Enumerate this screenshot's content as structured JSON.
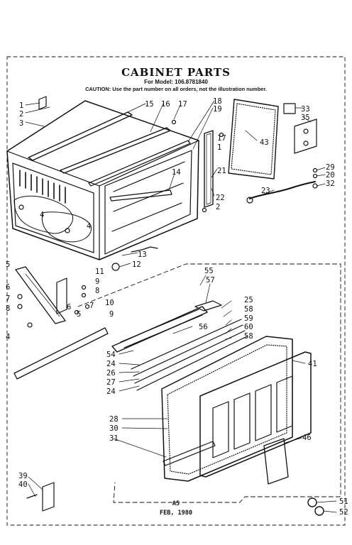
{
  "title": "CABINET PARTS",
  "model": "For Model: 106.8781840",
  "caution": "CAUTION: Use the part number on all orders, not the illustration number.",
  "footer": {
    "page": "A5",
    "date": "FEB, 1980"
  },
  "callouts": [
    "1",
    "2",
    "3",
    "4",
    "4",
    "15",
    "16",
    "17",
    "18",
    "19",
    "43",
    "33",
    "35",
    "14",
    "17",
    "1",
    "21",
    "22",
    "2",
    "23",
    "29",
    "20",
    "32",
    "13",
    "12",
    "5",
    "6",
    "7",
    "8",
    "4",
    "11",
    "9",
    "8",
    "7",
    "6",
    "5",
    "10",
    "9",
    "55",
    "57",
    "25",
    "58",
    "59",
    "60",
    "58",
    "56",
    "54",
    "24",
    "26",
    "27",
    "24",
    "28",
    "30",
    "31",
    "41",
    "46",
    "39",
    "40",
    "51",
    "52"
  ]
}
